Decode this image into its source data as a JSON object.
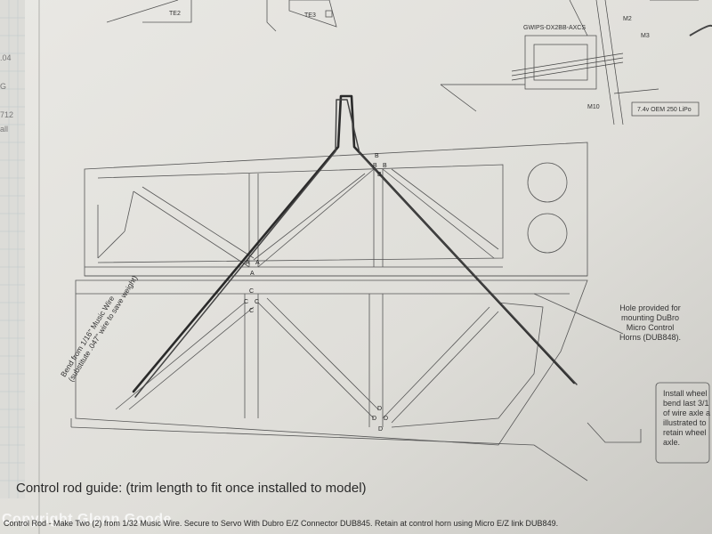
{
  "drawing": {
    "top_labels": {
      "te2": "TE2",
      "te3": "TE3",
      "servo_model": "GWIPS-DX2BB-AXCS",
      "m2": "M2",
      "m3": "M3",
      "m10": "M10",
      "battery": "7.4v OEM 250 LiPo"
    },
    "joint_letters": {
      "a": "A",
      "b": "B",
      "c": "C",
      "d": "D"
    },
    "notes": {
      "hole": [
        "Hole provided for",
        "mounting DuBro",
        "Micro Control",
        "Horns (DUB848)."
      ],
      "wheel": [
        "Install wheel",
        "bend last 3/1",
        "of wire axle a",
        "illustrated to",
        "retain wheel",
        "axle."
      ],
      "bend": [
        "Bend from 1/16\" Music Wire",
        "(substitute .047\" wire to save weight)"
      ]
    },
    "guide_title": "Control rod guide: (trim length to fit once installed to model)",
    "caption": "Control Rod - Make Two (2) from 1/32 Music Wire.  Secure to Servo With Dubro E/Z Connector DUB845.  Retain at control horn using Micro E/Z link DUB849.",
    "watermark": "Copyright Glenn Goode",
    "margin_notes": [
      ".04",
      "G",
      "712",
      "all"
    ]
  }
}
